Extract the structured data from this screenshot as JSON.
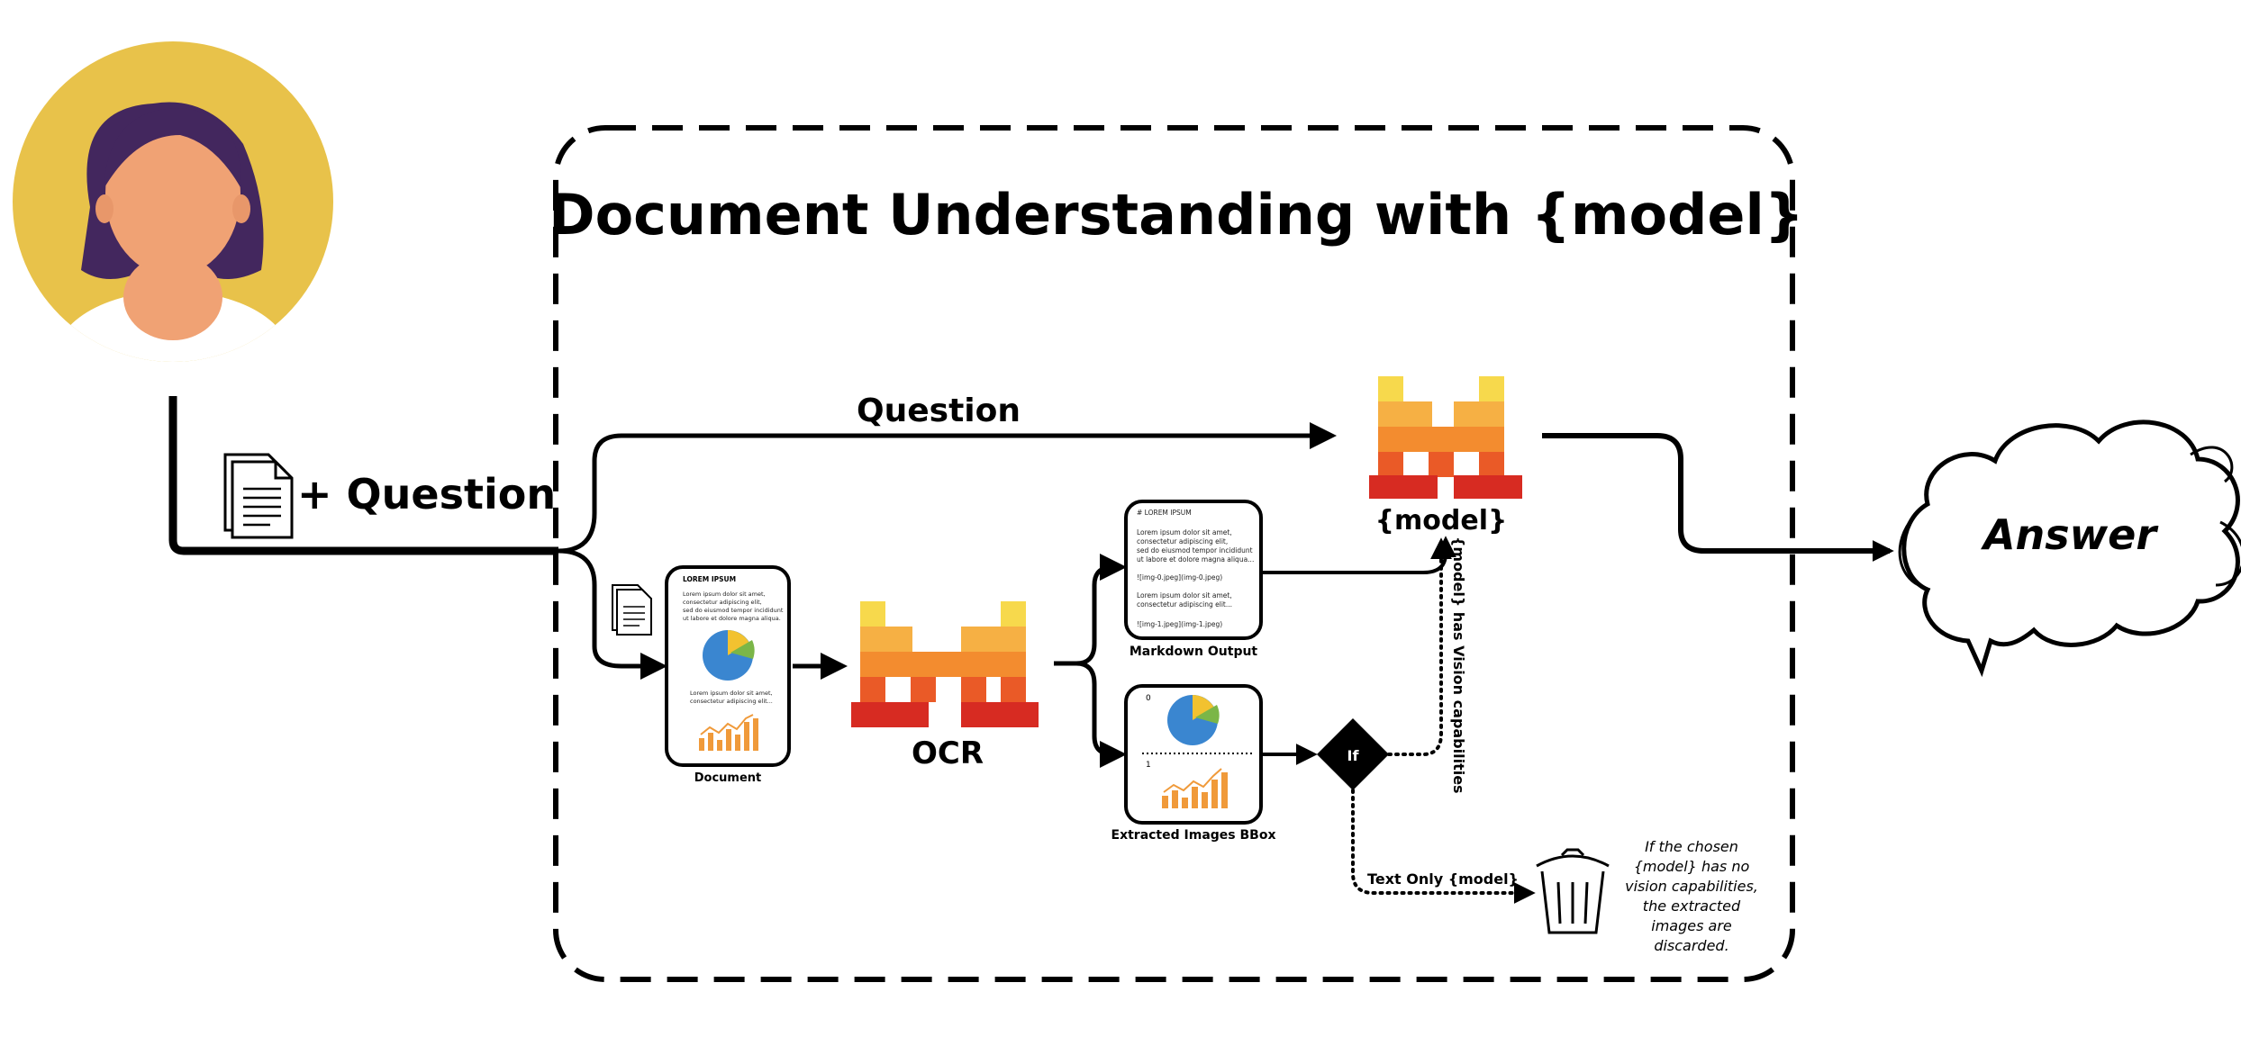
{
  "title": "Document Understanding with {model}",
  "user_input": {
    "label": "+ Question"
  },
  "question_label": "Question",
  "model_label": "{model}",
  "ocr_label": "OCR",
  "answer_label": "Answer",
  "document_card": {
    "caption": "Document",
    "heading": "LOREM IPSUM",
    "para1": [
      "Lorem ipsum dolor sit amet,",
      "consectetur adipiscing elit,",
      "sed do eiusmod tempor incididunt",
      "ut labore et dolore magna aliqua."
    ],
    "para2": [
      "Lorem ipsum dolor sit amet,",
      "consectetur adipiscing elit..."
    ]
  },
  "markdown_card": {
    "caption": "Markdown Output",
    "heading": "# LOREM IPSUM",
    "para1": [
      "Lorem ipsum dolor sit amet,",
      "consectetur adipiscing elit,",
      "sed do eiusmod tempor incididunt",
      "ut labore et dolore magna aliqua..."
    ],
    "img_ref_0": "![img-0.jpeg](img-0.jpeg)",
    "para2": [
      "Lorem ipsum dolor sit amet,",
      "consectetur adipiscing elit..."
    ],
    "img_ref_1": "![img-1.jpeg](img-1.jpeg)"
  },
  "images_card": {
    "caption": "Extracted Images BBox",
    "index_0": "0",
    "index_1": "1"
  },
  "decision": {
    "label": "If",
    "vision_branch": "{model} has Vision capabilities",
    "text_branch": "Text Only {model}"
  },
  "discard_note": [
    "If the chosen",
    "{model} has no",
    "vision capabilities,",
    "the extracted",
    "images are",
    "discarded."
  ],
  "colors": {
    "avatar_bg": "#e8c24a",
    "hair": "#43275e",
    "skin": "#f0a274",
    "logo_yellow": "#f7d94c",
    "logo_light_orange": "#f6b044",
    "logo_orange": "#f38c2f",
    "logo_red_orange": "#ea5a27",
    "logo_red": "#d72b22",
    "pie_blue": "#3a86d0",
    "pie_green": "#7bb648",
    "pie_yellow": "#f2c230",
    "bar_orange": "#f09a3a"
  },
  "icons": [
    "user-avatar-icon",
    "document-icon",
    "mistral-logo-icon",
    "pie-chart-icon",
    "bar-chart-icon",
    "trash-icon",
    "cloud-icon"
  ]
}
